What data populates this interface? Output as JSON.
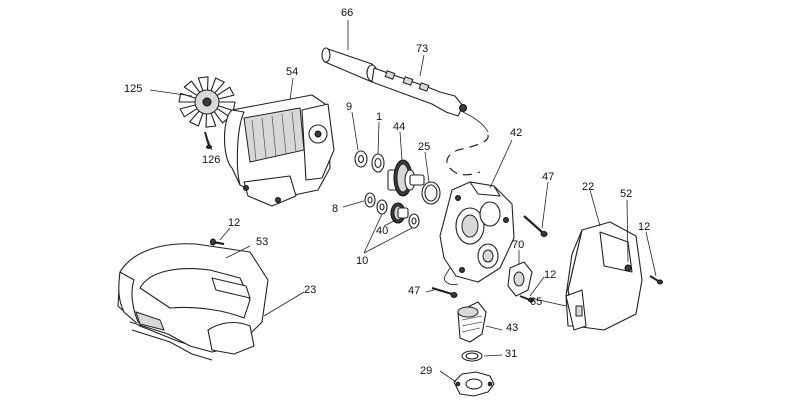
{
  "callouts": [
    {
      "id": "c66",
      "label": "66"
    },
    {
      "id": "c73",
      "label": "73"
    },
    {
      "id": "c54",
      "label": "54"
    },
    {
      "id": "c125",
      "label": "125"
    },
    {
      "id": "c126",
      "label": "126"
    },
    {
      "id": "c9",
      "label": "9"
    },
    {
      "id": "c1",
      "label": "1"
    },
    {
      "id": "c44",
      "label": "44"
    },
    {
      "id": "c25",
      "label": "25"
    },
    {
      "id": "c42",
      "label": "42"
    },
    {
      "id": "c47a",
      "label": "47"
    },
    {
      "id": "c22",
      "label": "22"
    },
    {
      "id": "c52",
      "label": "52"
    },
    {
      "id": "c12a",
      "label": "12"
    },
    {
      "id": "c8",
      "label": "8"
    },
    {
      "id": "c40",
      "label": "40"
    },
    {
      "id": "c10",
      "label": "10"
    },
    {
      "id": "c12b",
      "label": "12"
    },
    {
      "id": "c53",
      "label": "53"
    },
    {
      "id": "c23",
      "label": "23"
    },
    {
      "id": "c70",
      "label": "70"
    },
    {
      "id": "c12c",
      "label": "12"
    },
    {
      "id": "c47b",
      "label": "47"
    },
    {
      "id": "c65",
      "label": "65"
    },
    {
      "id": "c43",
      "label": "43"
    },
    {
      "id": "c31",
      "label": "31"
    },
    {
      "id": "c29",
      "label": "29"
    }
  ]
}
